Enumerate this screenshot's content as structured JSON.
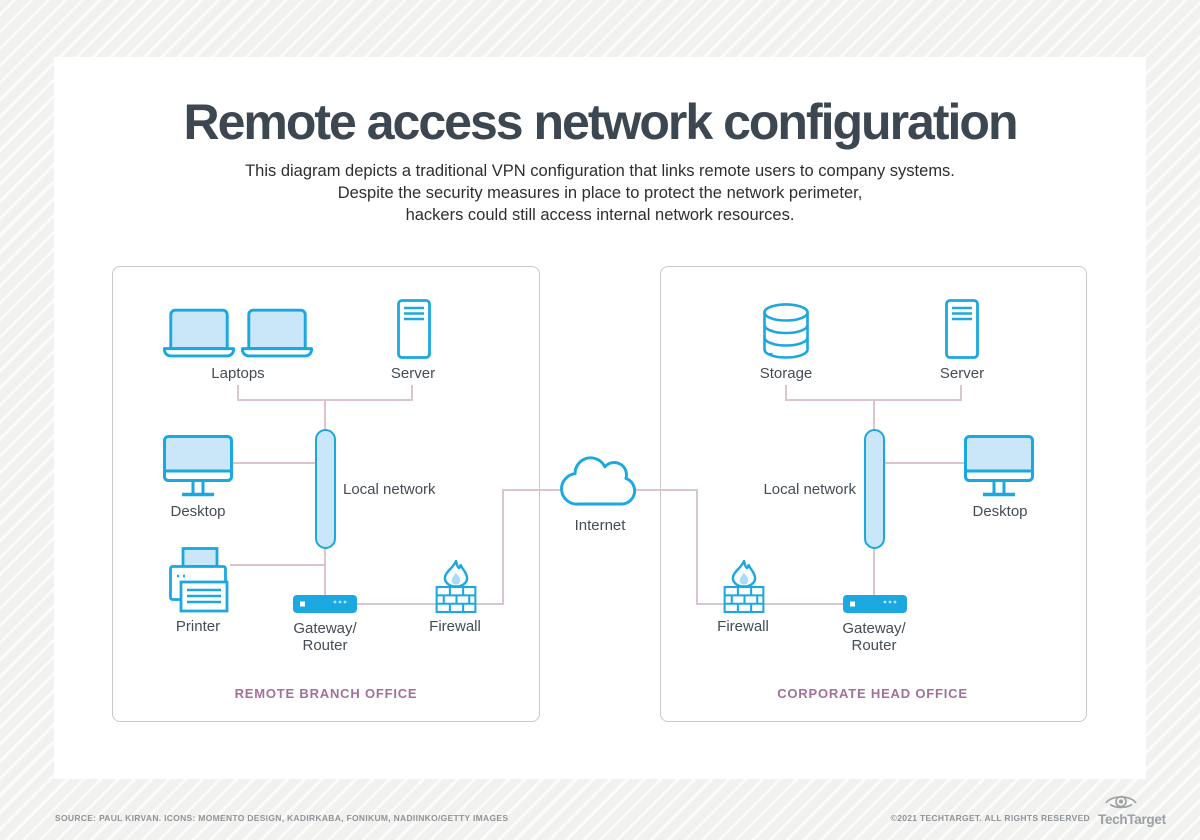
{
  "header": {
    "title": "Remote access network configuration",
    "subtitle": [
      "This diagram depicts a traditional VPN configuration that links remote users to company systems.",
      "Despite the security measures in place to protect the network perimeter,",
      "hackers could still access internal network resources."
    ]
  },
  "branch": {
    "caption": "REMOTE BRANCH OFFICE",
    "labels": {
      "laptops": "Laptops",
      "server": "Server",
      "desktop": "Desktop",
      "local_network": "Local network",
      "printer": "Printer",
      "gateway1": "Gateway/",
      "gateway2": "Router",
      "firewall": "Firewall"
    }
  },
  "head": {
    "caption": "CORPORATE HEAD OFFICE",
    "labels": {
      "storage": "Storage",
      "server": "Server",
      "desktop": "Desktop",
      "local_network": "Local network",
      "gateway1": "Gateway/",
      "gateway2": "Router",
      "firewall": "Firewall"
    }
  },
  "internet": {
    "label": "Internet"
  },
  "footer": {
    "source": "SOURCE: PAUL KIRVAN. ICONS: MOMENTO DESIGN, KADIRKABA, FONIKUM, NADIINKO/GETTY IMAGES",
    "copyright": "©2021 TECHTARGET. ALL RIGHTS RESERVED",
    "brand": "TechTarget"
  },
  "colors": {
    "icon_stroke": "#1ba7e0",
    "icon_fill": "#c9e7f8",
    "connector": "#dcc3d3",
    "caption": "#a2709b",
    "title": "#3d4751",
    "background": "#f2f2f0"
  }
}
